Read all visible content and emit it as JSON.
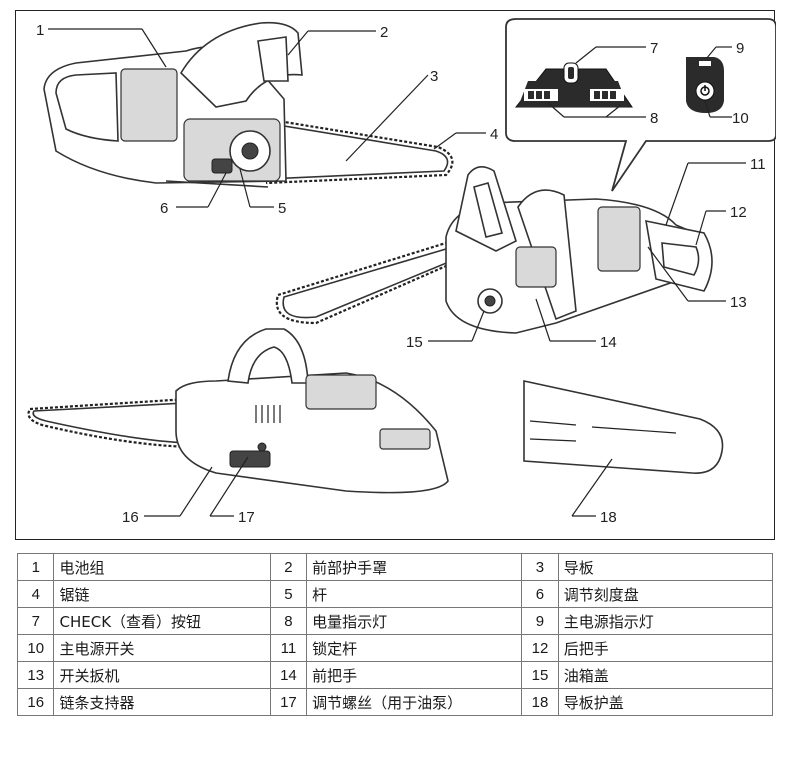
{
  "callouts": [
    "1",
    "2",
    "3",
    "4",
    "5",
    "6",
    "7",
    "8",
    "9",
    "10",
    "11",
    "12",
    "13",
    "14",
    "15",
    "16",
    "17",
    "18"
  ],
  "parts": [
    [
      {
        "num": "1",
        "name": "电池组"
      },
      {
        "num": "2",
        "name": "前部护手罩"
      },
      {
        "num": "3",
        "name": "导板"
      }
    ],
    [
      {
        "num": "4",
        "name": "锯链"
      },
      {
        "num": "5",
        "name": "杆"
      },
      {
        "num": "6",
        "name": "调节刻度盘"
      }
    ],
    [
      {
        "num": "7",
        "name": "CHECK（查看）按钮"
      },
      {
        "num": "8",
        "name": "电量指示灯"
      },
      {
        "num": "9",
        "name": "主电源指示灯"
      }
    ],
    [
      {
        "num": "10",
        "name": "主电源开关"
      },
      {
        "num": "11",
        "name": "锁定杆"
      },
      {
        "num": "12",
        "name": "后把手"
      }
    ],
    [
      {
        "num": "13",
        "name": "开关扳机"
      },
      {
        "num": "14",
        "name": "前把手"
      },
      {
        "num": "15",
        "name": "油箱盖"
      }
    ],
    [
      {
        "num": "16",
        "name": "链条支持器"
      },
      {
        "num": "17",
        "name": "调节螺丝（用于油泵）"
      },
      {
        "num": "18",
        "name": "导板护盖"
      }
    ]
  ]
}
